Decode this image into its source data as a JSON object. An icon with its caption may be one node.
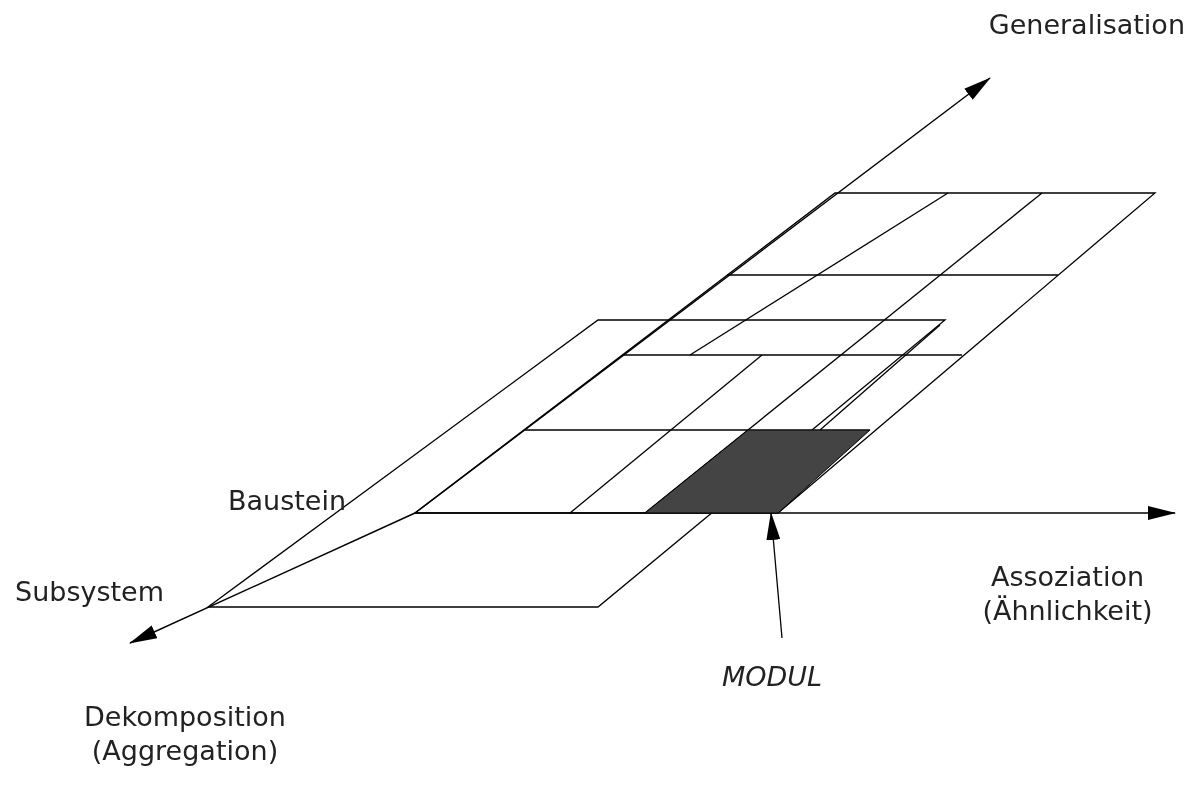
{
  "diagram": {
    "nodes": [
      {
        "text": [
          "MODUL"
        ]
      },
      {
        "text": [],
        "shape": "box"
      }
    ],
    "edges": [
      {
        "from": 0,
        "to": 1,
        "arrow": "to"
      }
    ],
    "labels": [
      "Generalisation",
      "Baustein",
      "Subsystem",
      "Assoziation (Ähnlichkeit)",
      "Dekomposition (Aggregation)"
    ]
  }
}
